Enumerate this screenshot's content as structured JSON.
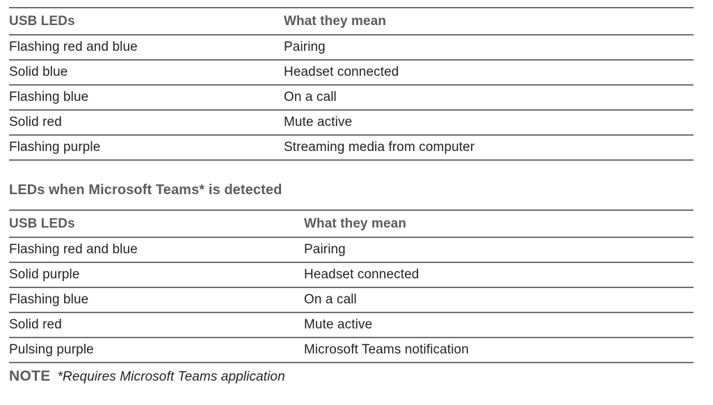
{
  "document": {
    "tables": [
      {
        "id": "usb-leds-default",
        "columns": [
          "USB LEDs",
          "What they mean"
        ],
        "rows": [
          {
            "led": "Flashing red and blue",
            "meaning": "Pairing"
          },
          {
            "led": "Solid blue",
            "meaning": "Headset connected"
          },
          {
            "led": "Flashing blue",
            "meaning": "On a call"
          },
          {
            "led": "Solid red",
            "meaning": "Mute active"
          },
          {
            "led": "Flashing purple",
            "meaning": "Streaming media from computer"
          }
        ]
      },
      {
        "id": "usb-leds-teams",
        "heading": "LEDs when Microsoft Teams* is detected",
        "columns": [
          "USB LEDs",
          "What they mean"
        ],
        "rows": [
          {
            "led": "Flashing red and blue",
            "meaning": "Pairing"
          },
          {
            "led": "Solid purple",
            "meaning": "Headset connected"
          },
          {
            "led": "Flashing blue",
            "meaning": "On a call"
          },
          {
            "led": "Solid red",
            "meaning": "Mute active"
          },
          {
            "led": "Pulsing purple",
            "meaning": "Microsoft Teams notification"
          }
        ]
      }
    ],
    "note": {
      "label": "NOTE",
      "text": "*Requires Microsoft Teams application"
    }
  },
  "colors": {
    "heading_gray": "#5b5b5b",
    "body_text": "#231f20",
    "rule_gray": "#6e6e6e",
    "background": "#ffffff"
  }
}
